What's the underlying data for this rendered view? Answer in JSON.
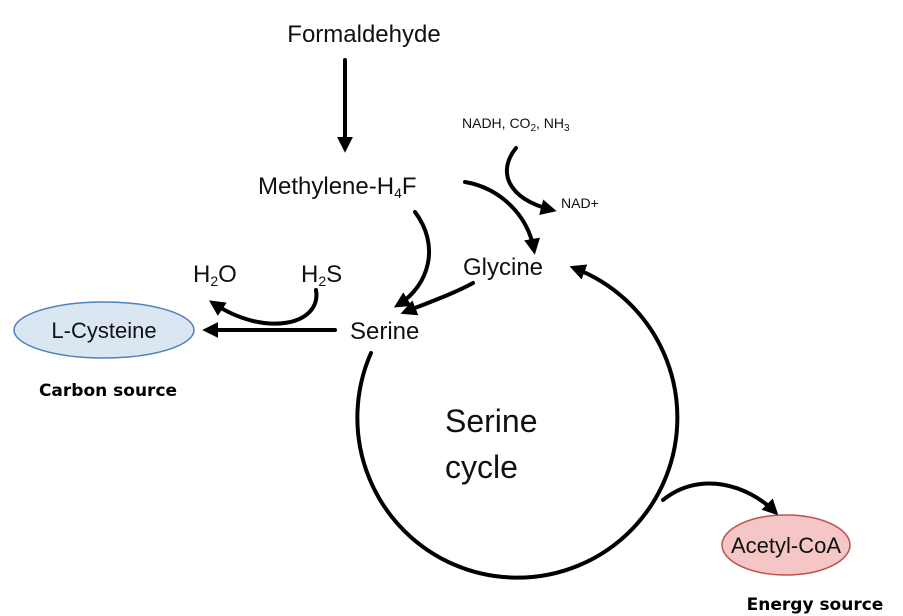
{
  "nodes": {
    "formaldehyde": "Formaldehyde",
    "methylene_h4f": {
      "main": "Methylene-H",
      "sub": "4",
      "tail": "F"
    },
    "glycine": "Glycine",
    "serine": "Serine",
    "l_cysteine": "L-Cysteine",
    "acetyl_coa": "Acetyl-CoA"
  },
  "cofactors": {
    "nadh_group": {
      "p1": "NADH, CO",
      "s1": "2",
      "p2": ", NH",
      "s2": "3"
    },
    "nad_plus": "NAD+",
    "h2o": {
      "a": "H",
      "sub": "2",
      "b": "O"
    },
    "h2s": {
      "a": "H",
      "sub": "2",
      "b": "S"
    }
  },
  "cycle_label": {
    "line1": "Serine",
    "line2": "cycle"
  },
  "annotations": {
    "carbon_source": "Carbon source",
    "energy_source": "Energy source"
  },
  "colors": {
    "cysteine_fill": "#dae6f2",
    "cysteine_stroke": "#4f81bd",
    "acetyl_fill": "#f4c6c6",
    "acetyl_stroke": "#c0504d",
    "arrow": "#000000"
  }
}
